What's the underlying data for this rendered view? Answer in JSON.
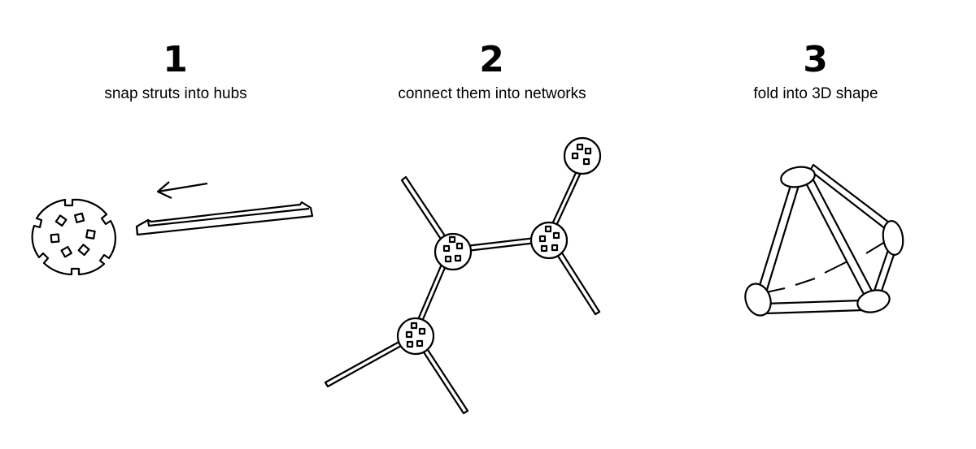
{
  "steps": [
    {
      "number": "1",
      "caption": "snap struts into hubs"
    },
    {
      "number": "2",
      "caption": "connect them into networks"
    },
    {
      "number": "3",
      "caption": "fold into 3D shape"
    }
  ],
  "colors": {
    "line": "#000000",
    "background": "#ffffff"
  }
}
